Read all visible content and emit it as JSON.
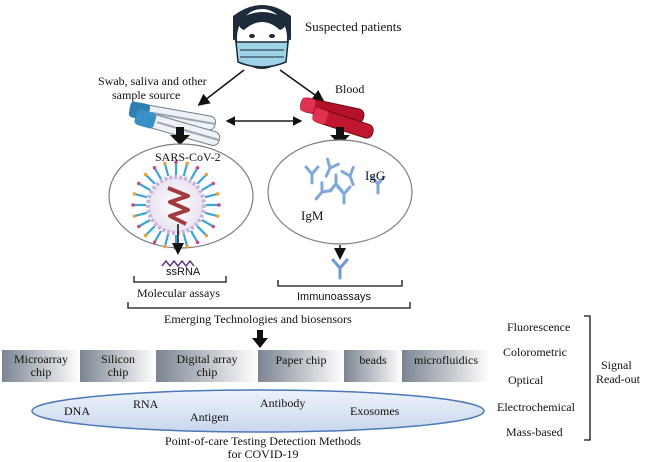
{
  "title_top": "Suspected patients",
  "sample_left": "Swab, saliva and other sample source",
  "sample_left_line1": "Swab, saliva and other",
  "sample_left_line2": "sample source",
  "sample_right": "Blood",
  "virus_label": "SARS-CoV-2",
  "rna_label": "ssRNA",
  "igg_label": "IgG",
  "igm_label": "IgM",
  "molecular_label": "Molecular assays",
  "immuno_label": "Immunoassays",
  "emerging_label": "Emerging Technologies and biosensors",
  "technologies": [
    {
      "line1": "Microarray",
      "line2": "chip"
    },
    {
      "line1": "Silicon",
      "line2": "chip"
    },
    {
      "line1": "Digital array",
      "line2": "chip"
    },
    {
      "line1": "Paper chip",
      "line2": ""
    },
    {
      "line1": "beads",
      "line2": ""
    },
    {
      "line1": "microfluidics",
      "line2": ""
    }
  ],
  "analytes": [
    "DNA",
    "RNA",
    "Antigen",
    "Antibody",
    "Exosomes"
  ],
  "footer_line1": "Point-of-care Testing Detection Methods",
  "footer_line2": "for COVID-19",
  "readouts": [
    "Fluorescence",
    "Colorometric",
    "Optical",
    "Electrochemical",
    "Mass-based"
  ],
  "signal_line1": "Signal",
  "signal_line2": "Read-out",
  "colors": {
    "mask": "#9fd3e6",
    "face_outline": "#1c2a3a",
    "antibody": "#7fa8d8",
    "tube_blue": "#2f7fb3",
    "tube_red": "#b3122a",
    "virus_spike": "#3aa6d8",
    "bar_gradient_dark": "#7b8591",
    "bar_gradient_light": "#ffffff",
    "ellipse_fill": "#dbe4f3",
    "ellipse_stroke": "#4a78b8"
  }
}
